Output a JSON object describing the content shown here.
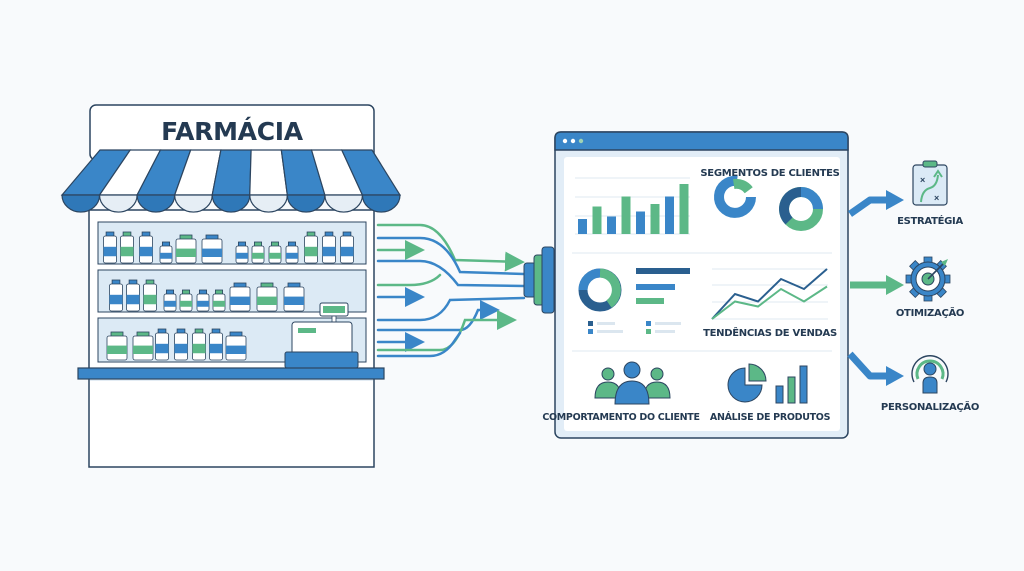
{
  "store": {
    "sign": "FARMÁCIA"
  },
  "dashboard": {
    "panels": {
      "segments": "SEGMENTOS DE CLIENTES",
      "trends": "TENDÊNCIAS DE VENDAS",
      "behavior": "COMPORTAMENTO DO CLIENTE",
      "products": "ANÁLISE DE PRODUTOS"
    }
  },
  "outcomes": [
    {
      "label": "ESTRATÉGIA",
      "icon": "clipboard-strategy-icon"
    },
    {
      "label": "OTIMIZAÇÃO",
      "icon": "gear-target-icon"
    },
    {
      "label": "PERSONALIZAÇÃO",
      "icon": "person-broadcast-icon"
    }
  ],
  "colors": {
    "blue": "#3a86c8",
    "darkBlue": "#2a5f8f",
    "green": "#5cb887",
    "navy": "#243a52",
    "lightBlue": "#dbeaf6"
  },
  "mini_charts": {
    "bars": [
      3,
      5.5,
      3.5,
      7.5,
      4.5,
      6,
      7.5,
      10
    ],
    "trend_blue": [
      0,
      5,
      3.5,
      8,
      6,
      10
    ],
    "trend_green": [
      0,
      3.5,
      2.5,
      6,
      3.5,
      6.5
    ]
  }
}
